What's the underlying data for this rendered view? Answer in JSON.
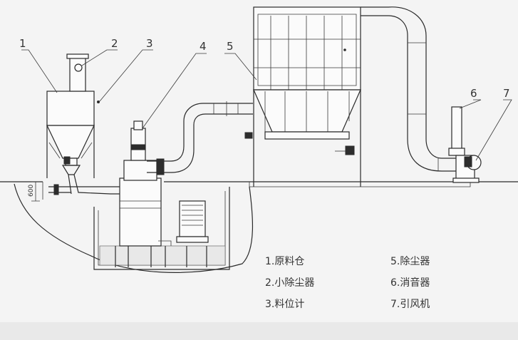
{
  "callouts": [
    {
      "num": "1"
    },
    {
      "num": "2"
    },
    {
      "num": "3"
    },
    {
      "num": "4"
    },
    {
      "num": "5"
    },
    {
      "num": "6"
    },
    {
      "num": "7"
    }
  ],
  "dimension": "600",
  "legend": {
    "left": [
      "1.原料仓",
      "2.小除尘器",
      "3.料位计"
    ],
    "right": [
      "5.除尘器",
      "6.消音器",
      "7.引风机"
    ]
  }
}
